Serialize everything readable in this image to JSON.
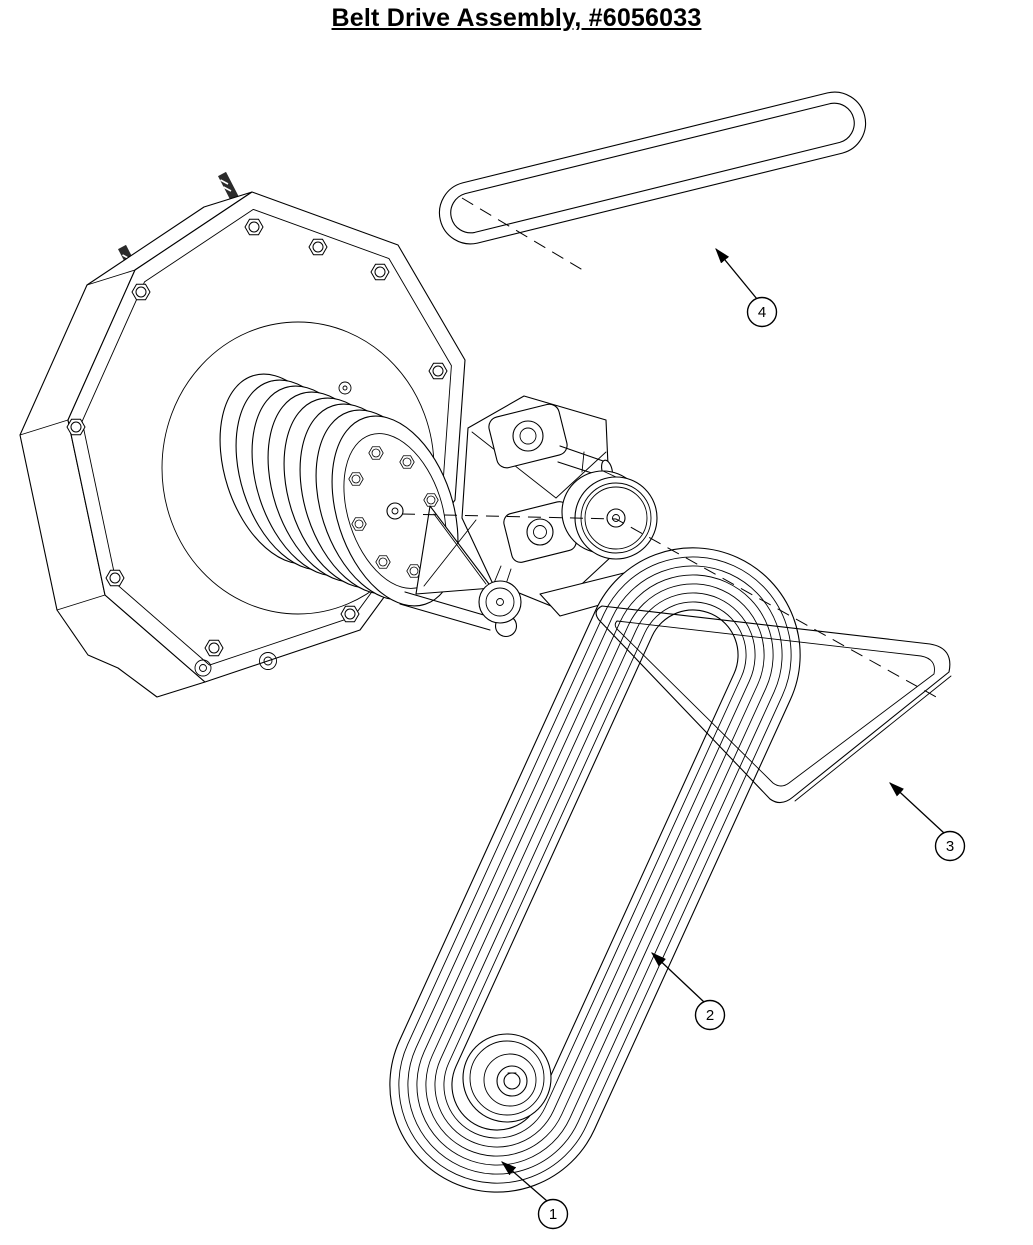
{
  "title": "Belt Drive Assembly, #6056033",
  "diagram": {
    "type": "exploded-parts-line-drawing",
    "description": "Exploded isometric line drawing of a belt drive assembly: octagonal gearbox housing with grooved drive sheave, tensioner bracket with idler pulley, and belts with numbered callouts"
  },
  "colors": {
    "line": "#000000",
    "background": "#ffffff"
  },
  "callouts": [
    {
      "label": "1"
    },
    {
      "label": "2"
    },
    {
      "label": "3"
    },
    {
      "label": "4"
    }
  ]
}
